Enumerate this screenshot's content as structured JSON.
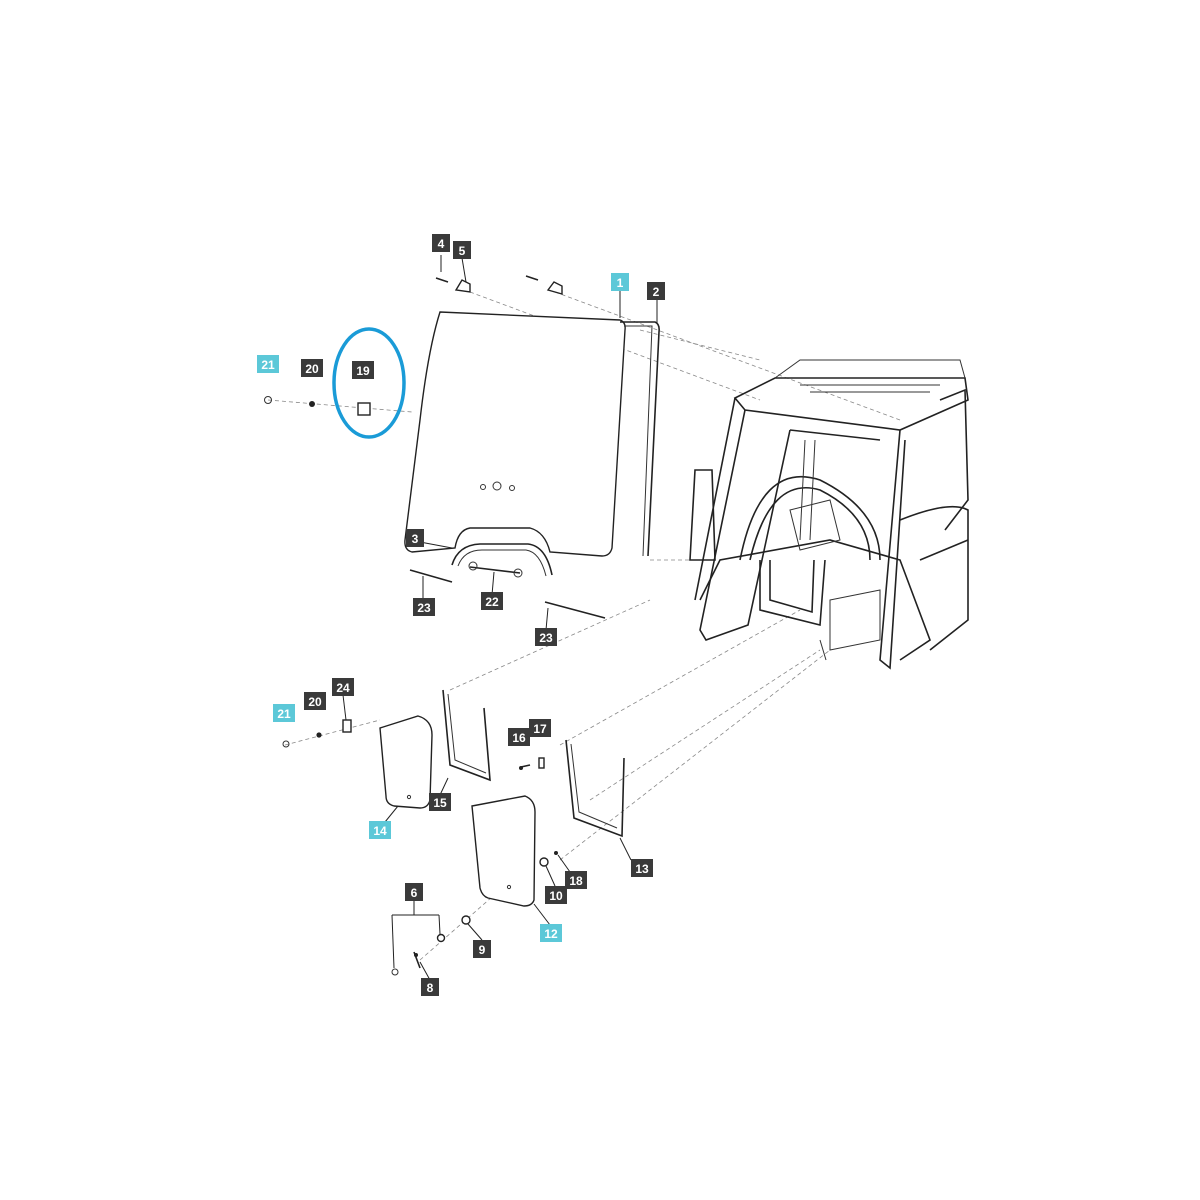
{
  "colors": {
    "label_dark": "#3a3a3a",
    "label_highlight": "#5cc8d8",
    "label_text": "#ffffff",
    "highlight_ring": "#1a9bd7"
  },
  "callouts": [
    {
      "id": "c4",
      "text": "4",
      "style": "dark"
    },
    {
      "id": "c5",
      "text": "5",
      "style": "dark"
    },
    {
      "id": "c1",
      "text": "1",
      "style": "highlight"
    },
    {
      "id": "c2",
      "text": "2",
      "style": "dark"
    },
    {
      "id": "c21a",
      "text": "21",
      "style": "highlight"
    },
    {
      "id": "c20a",
      "text": "20",
      "style": "dark"
    },
    {
      "id": "c19",
      "text": "19",
      "style": "dark"
    },
    {
      "id": "c3",
      "text": "3",
      "style": "dark"
    },
    {
      "id": "c22",
      "text": "22",
      "style": "dark"
    },
    {
      "id": "c23a",
      "text": "23",
      "style": "dark"
    },
    {
      "id": "c23b",
      "text": "23",
      "style": "dark"
    },
    {
      "id": "c24",
      "text": "24",
      "style": "dark"
    },
    {
      "id": "c20b",
      "text": "20",
      "style": "dark"
    },
    {
      "id": "c21b",
      "text": "21",
      "style": "highlight"
    },
    {
      "id": "c17",
      "text": "17",
      "style": "dark"
    },
    {
      "id": "c16",
      "text": "16",
      "style": "dark"
    },
    {
      "id": "c15",
      "text": "15",
      "style": "dark"
    },
    {
      "id": "c14",
      "text": "14",
      "style": "highlight"
    },
    {
      "id": "c13",
      "text": "13",
      "style": "dark"
    },
    {
      "id": "c18",
      "text": "18",
      "style": "dark"
    },
    {
      "id": "c10",
      "text": "10",
      "style": "dark"
    },
    {
      "id": "c12",
      "text": "12",
      "style": "highlight"
    },
    {
      "id": "c6",
      "text": "6",
      "style": "dark"
    },
    {
      "id": "c9",
      "text": "9",
      "style": "dark"
    },
    {
      "id": "c8",
      "text": "8",
      "style": "dark"
    }
  ]
}
